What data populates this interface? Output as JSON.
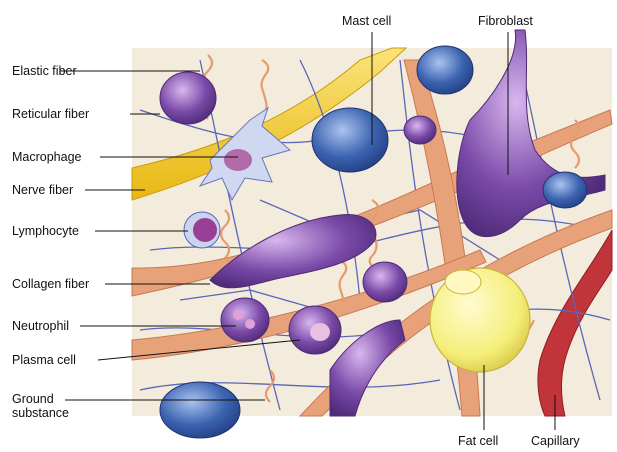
{
  "labels": {
    "elastic_fiber": "Elastic fiber",
    "reticular_fiber": "Reticular fiber",
    "macrophage": "Macrophage",
    "nerve_fiber": "Nerve fiber",
    "lymphocyte": "Lymphocyte",
    "collagen_fiber": "Collagen fiber",
    "neutrophil": "Neutrophil",
    "plasma_cell": "Plasma cell",
    "ground_substance": "Ground substance",
    "mast_cell": "Mast cell",
    "fibroblast": "Fibroblast",
    "fat_cell": "Fat cell",
    "capillary": "Capillary"
  },
  "colors": {
    "ground": "#f3ecdc",
    "elastic": "#e79a6a",
    "collagen": "#e8a27a",
    "reticular": "#5a66b8",
    "nerve": "#f3cf2a",
    "cell_purple": "#7a4aa8",
    "cell_blue": "#3c63b0",
    "fat": "#f5ef7a",
    "capillary": "#c0343a"
  }
}
